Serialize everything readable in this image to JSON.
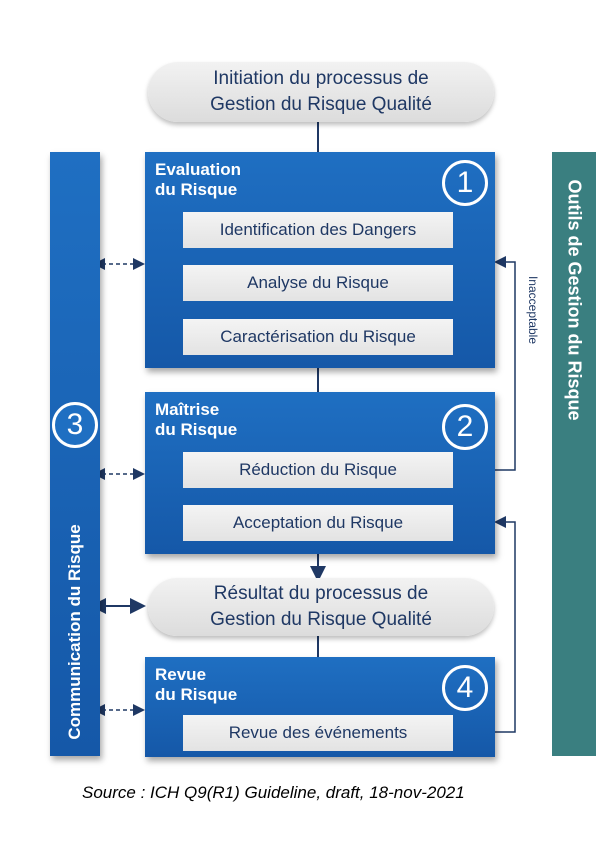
{
  "initiation": "Initiation du processus de\nGestion du Risque Qualité",
  "evaluation": {
    "title": "Evaluation\ndu Risque",
    "number": "1",
    "steps": [
      "Identification des Dangers",
      "Analyse du Risque",
      "Caractérisation du Risque"
    ]
  },
  "maitrise": {
    "title": "Maîtrise\ndu Risque",
    "number": "2",
    "steps": [
      "Réduction du Risque",
      "Acceptation du Risque"
    ]
  },
  "resultat": "Résultat du processus de\nGestion du Risque Qualité",
  "revue": {
    "title": "Revue\ndu Risque",
    "number": "4",
    "steps": [
      "Revue des événements"
    ]
  },
  "communication": {
    "label": "Communication du Risque",
    "number": "3",
    "color": "#1f6fc2"
  },
  "outils": {
    "label": "Outils de Gestion du Risque",
    "color": "#3a7f80"
  },
  "inacceptable": "Inacceptable",
  "source": "Source : ICH Q9(R1) Guideline, draft, 18-nov-2021"
}
